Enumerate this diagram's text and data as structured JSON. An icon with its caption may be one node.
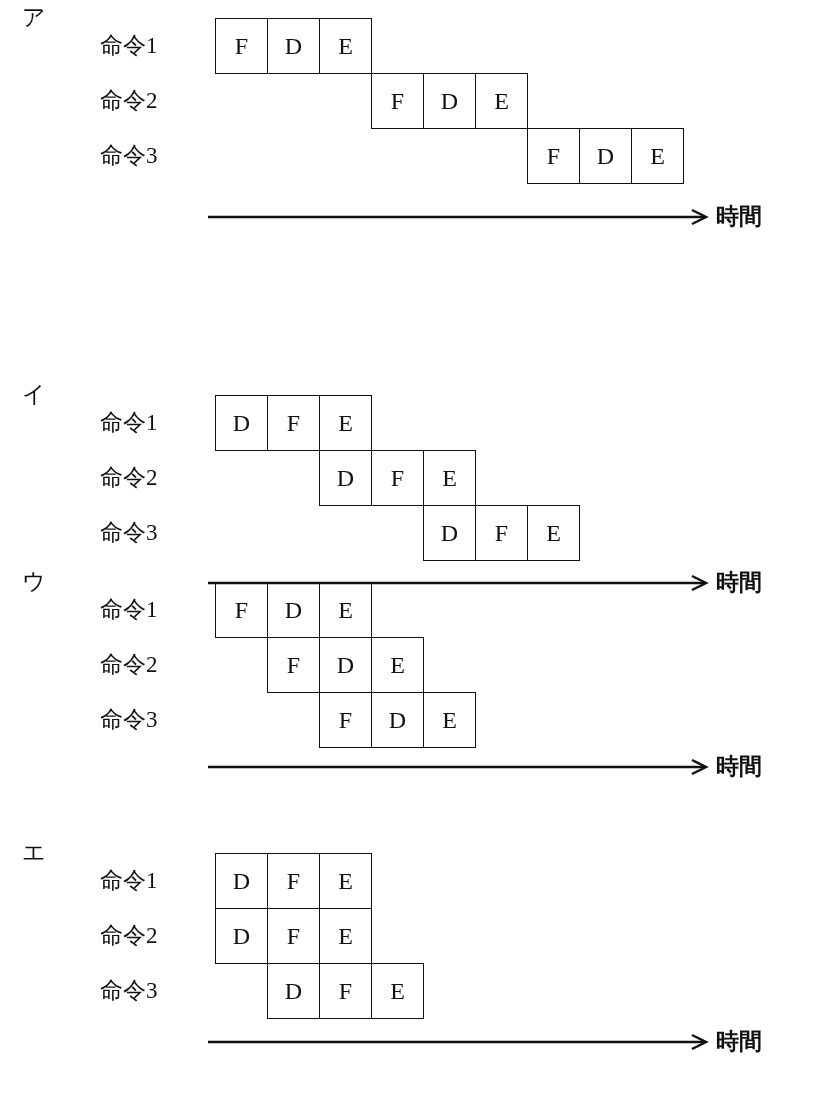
{
  "diagram": {
    "nodes": [
      {
        "text": [
          "F"
        ]
      },
      {
        "text": [
          "D"
        ]
      },
      {
        "text": [
          "E"
        ]
      },
      {
        "text": [
          "F"
        ]
      },
      {
        "text": [
          "D"
        ]
      },
      {
        "text": [
          "E"
        ]
      },
      {
        "text": [
          "F"
        ]
      },
      {
        "text": [
          "D"
        ]
      },
      {
        "text": [
          "E"
        ]
      },
      {
        "text": [
          "D"
        ]
      },
      {
        "text": [
          "F"
        ]
      },
      {
        "text": [
          "E"
        ]
      },
      {
        "text": [
          "D"
        ]
      },
      {
        "text": [
          "F"
        ]
      },
      {
        "text": [
          "E"
        ]
      },
      {
        "text": [
          "D"
        ]
      },
      {
        "text": [
          "F"
        ]
      },
      {
        "text": [
          "E"
        ]
      },
      {
        "text": [
          "F"
        ]
      },
      {
        "text": [
          "D"
        ]
      },
      {
        "text": [
          "E"
        ]
      },
      {
        "text": [
          "F"
        ]
      },
      {
        "text": [
          "D"
        ]
      },
      {
        "text": [
          "E"
        ]
      },
      {
        "text": [
          "F"
        ]
      },
      {
        "text": [
          "D"
        ]
      },
      {
        "text": [
          "E"
        ]
      },
      {
        "text": [
          "D"
        ]
      },
      {
        "text": [
          "F"
        ]
      },
      {
        "text": [
          "E"
        ]
      },
      {
        "text": [
          "D"
        ]
      },
      {
        "text": [
          "F"
        ]
      },
      {
        "text": [
          "E"
        ]
      },
      {
        "text": [
          "D"
        ]
      },
      {
        "text": [
          "F"
        ]
      },
      {
        "text": [
          "E"
        ]
      }
    ],
    "labels": [
      "ア",
      "命令1",
      "命令2",
      "命令3",
      "時間",
      "イ",
      "命令1",
      "命令2",
      "命令3",
      "時間",
      "ウ",
      "命令1",
      "命令2",
      "命令3",
      "時間",
      "エ",
      "命令1",
      "命令2",
      "命令3",
      "時間"
    ]
  }
}
